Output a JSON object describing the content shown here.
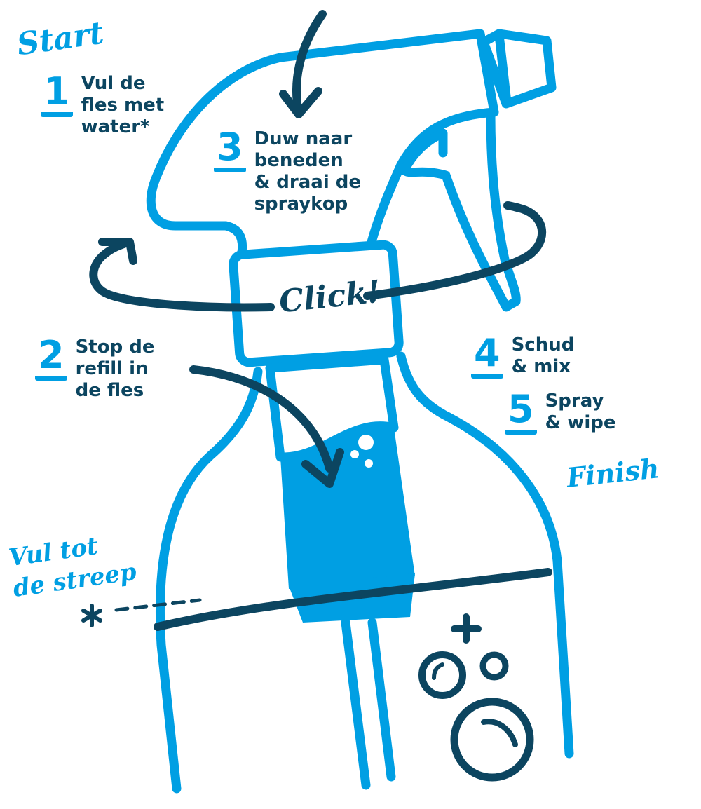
{
  "labels": {
    "start": "Start",
    "finish": "Finish",
    "click": "Click!",
    "fill_line_note": "Vul tot\nde streep"
  },
  "steps": [
    {
      "number": "1",
      "text": "Vul de\nfles met\nwater*"
    },
    {
      "number": "2",
      "text": "Stop de\nrefill in\nde fles"
    },
    {
      "number": "3",
      "text": "Duw naar\nbeneden\n& draai de\nspraykop"
    },
    {
      "number": "4",
      "text": "Schud\n& mix"
    },
    {
      "number": "5",
      "text": "Spray\n& wipe"
    }
  ],
  "icons": {
    "asterisk": "asterisk-icon",
    "plus": "plus-icon",
    "bubbles": "bubbles-icon"
  },
  "colors": {
    "light_blue": "#009fe3",
    "dark_blue": "#0c4560",
    "background": "#ffffff"
  }
}
